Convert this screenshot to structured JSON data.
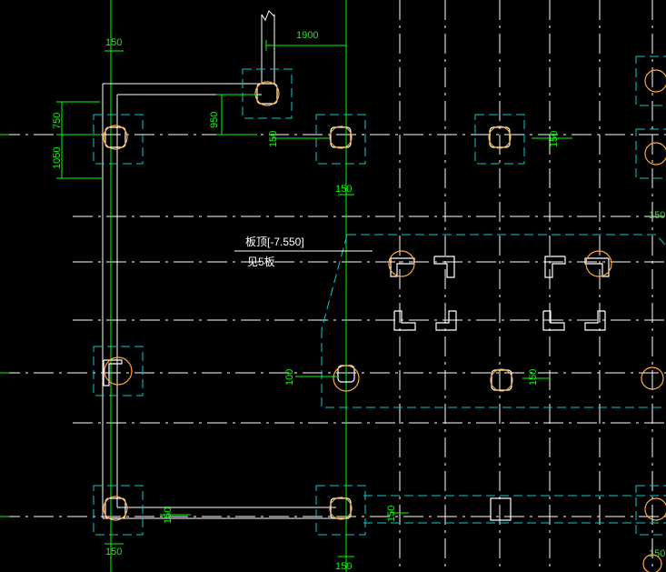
{
  "annotations": {
    "elevation_label": "板顶[-7.550]",
    "sub_label": "见5板"
  },
  "dimensions": {
    "d1900": "1900",
    "d150_top": "150",
    "d750": "750",
    "d950": "950",
    "d1050": "1050",
    "d150_a": "150",
    "d150_b": "150",
    "d150_c": "150",
    "d150_right_edge": "150",
    "d100": "100",
    "d150_d": "150",
    "d150_e": "150",
    "d150_f": "150",
    "d150_bottom_left": "150",
    "d150_bottom_mid": "150",
    "d150_bottom_right": "150"
  },
  "colors": {
    "background": "#000000",
    "grid_line": "#ffffff",
    "dimension": "#00ff00",
    "cap_outline": "#00cccc",
    "pile_circle": "#ffaa33",
    "column": "#ffffff"
  }
}
